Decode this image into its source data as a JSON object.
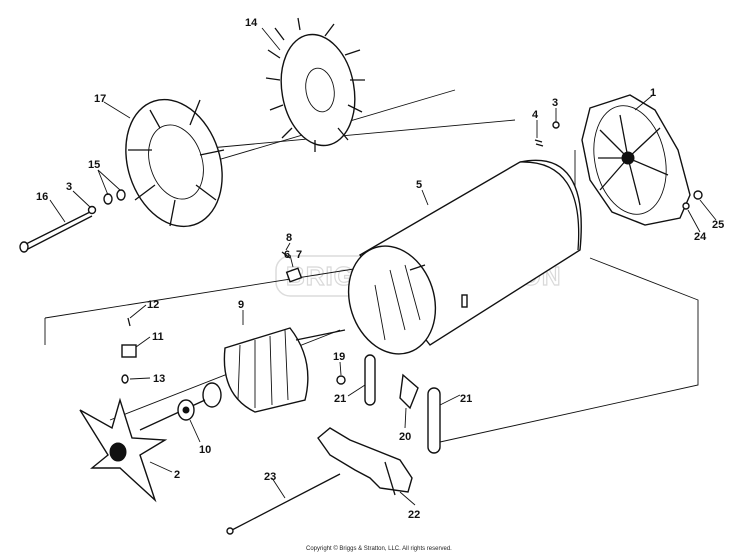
{
  "diagram": {
    "callouts": [
      "1",
      "2",
      "3",
      "3",
      "4",
      "5",
      "6",
      "7",
      "8",
      "9",
      "10",
      "11",
      "12",
      "13",
      "14",
      "15",
      "16",
      "17",
      "19",
      "20",
      "21",
      "21",
      "22",
      "23",
      "24",
      "25"
    ],
    "watermark": "BRIGGS&STRATTON",
    "copyright": "Copyright © Briggs & Stratton, LLC. All rights reserved."
  }
}
